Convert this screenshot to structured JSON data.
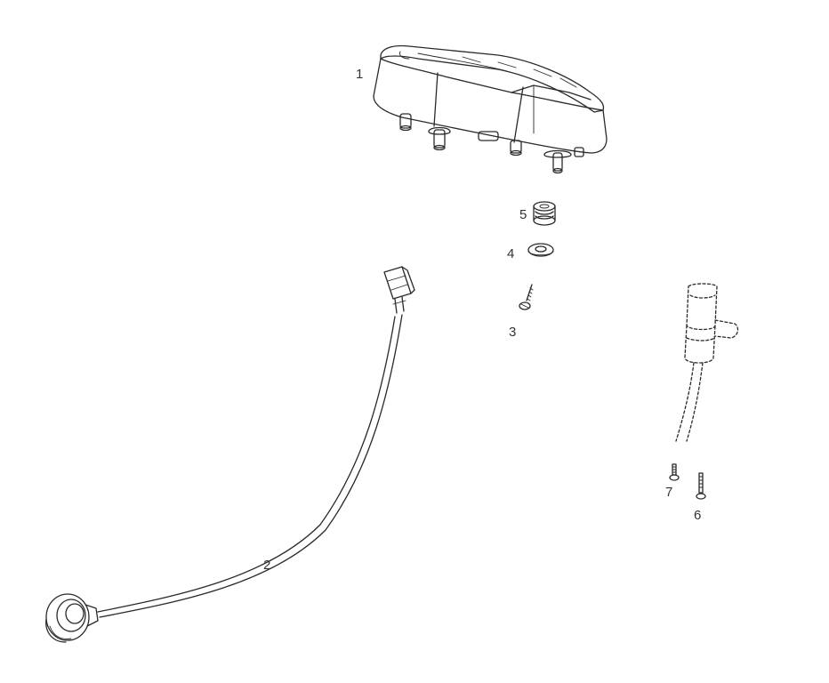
{
  "diagram": {
    "background_color": "#ffffff",
    "line_color": "#2a2a2a",
    "parts": [
      {
        "id": "instrument-cluster",
        "callout": "1",
        "icon": "instrument-cluster-icon"
      },
      {
        "id": "speedometer-cable",
        "callout": "2",
        "icon": "speedometer-cable-icon"
      },
      {
        "id": "screw",
        "callout": "3",
        "icon": "screw-icon"
      },
      {
        "id": "washer",
        "callout": "4",
        "icon": "washer-icon"
      },
      {
        "id": "rubber-grommet",
        "callout": "5",
        "icon": "grommet-icon"
      },
      {
        "id": "screw-long",
        "callout": "6",
        "icon": "screw-icon"
      },
      {
        "id": "screw-short",
        "callout": "7",
        "icon": "screw-icon"
      }
    ],
    "reference_part": {
      "id": "sensor-reference",
      "style": "dashed",
      "icon": "sensor-outline-icon"
    }
  }
}
